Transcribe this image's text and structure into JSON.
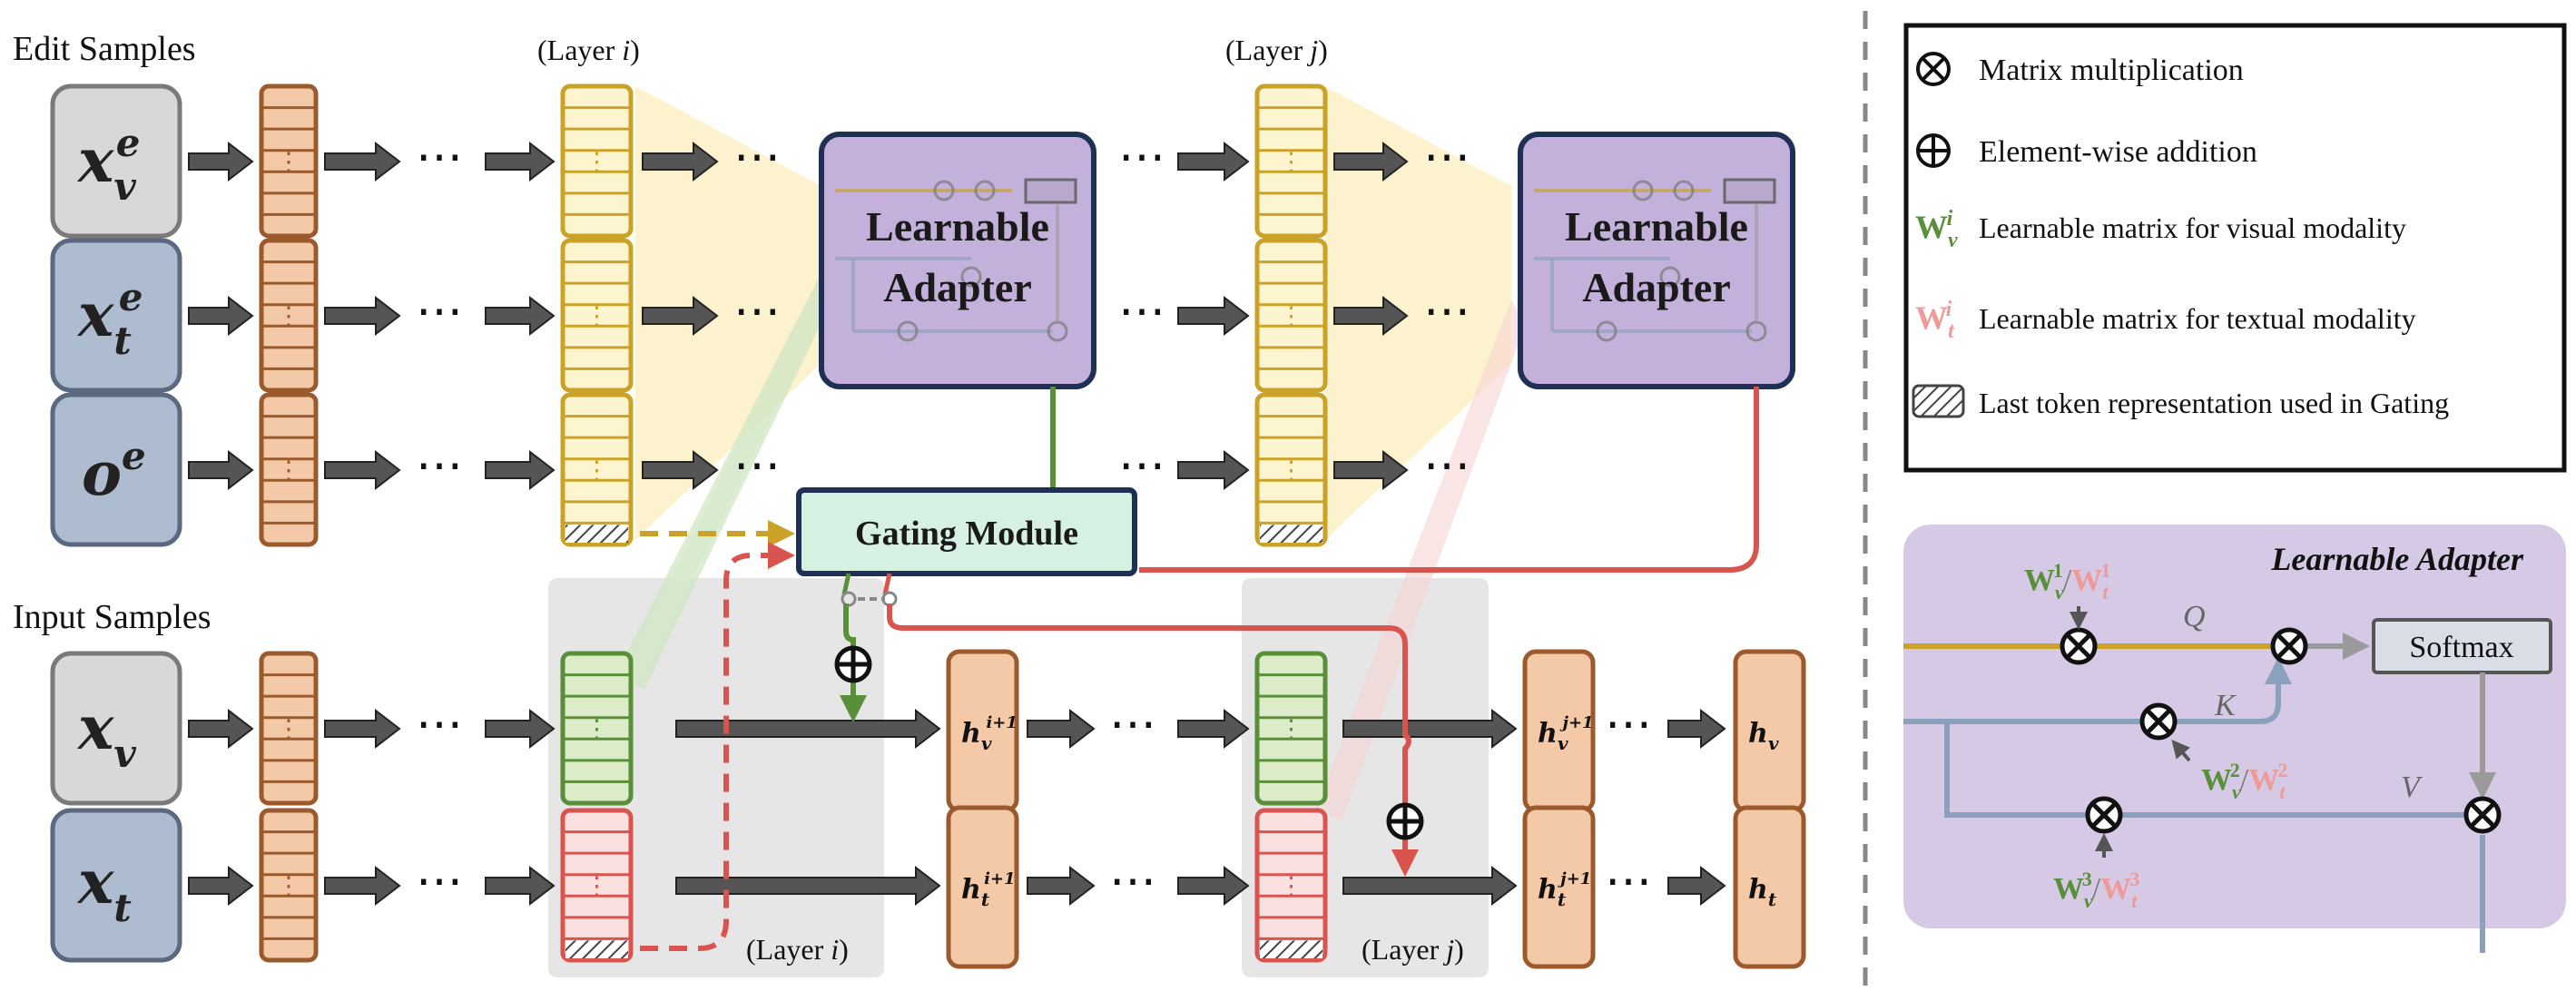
{
  "labels": {
    "edit_samples": "Edit Samples",
    "input_samples": "Input Samples",
    "layer_i_top": "(Layer i)",
    "layer_j_top": "(Layer j)",
    "layer_i_bottom": "(Layer i)",
    "layer_j_bottom": "(Layer j)",
    "ellipsis": "⋯"
  },
  "inputs": {
    "edit": [
      {
        "base": "x",
        "sub": "v",
        "sup": "e"
      },
      {
        "base": "x",
        "sub": "t",
        "sup": "e"
      },
      {
        "base": "o",
        "sub": "",
        "sup": "e"
      }
    ],
    "input": [
      {
        "base": "x",
        "sub": "v",
        "sup": ""
      },
      {
        "base": "x",
        "sub": "t",
        "sup": ""
      }
    ]
  },
  "adapters": {
    "line1": "Learnable",
    "line2": "Adapter"
  },
  "gating_module": "Gating Module",
  "hidden_states": {
    "hv_i1": {
      "base": "h",
      "sub": "v",
      "sup": "i+1"
    },
    "ht_i1": {
      "base": "h",
      "sub": "t",
      "sup": "i+1"
    },
    "hv_j1": {
      "base": "h",
      "sub": "v",
      "sup": "j+1"
    },
    "ht_j1": {
      "base": "h",
      "sub": "t",
      "sup": "j+1"
    },
    "hv": {
      "base": "h",
      "sub": "v",
      "sup": ""
    },
    "ht": {
      "base": "h",
      "sub": "t",
      "sup": ""
    }
  },
  "legend": {
    "items": [
      {
        "symbol": "⊗",
        "text": "Matrix multiplication"
      },
      {
        "symbol": "⊕",
        "text": "Element-wise addition"
      },
      {
        "symbol": "W",
        "sub": "v",
        "sup": "i",
        "text": "Learnable matrix for visual modality"
      },
      {
        "symbol": "W",
        "sub": "t",
        "sup": "i",
        "text": "Learnable matrix for textual modality"
      },
      {
        "symbol": "hatch",
        "text": "Last token representation used in Gating"
      }
    ]
  },
  "adapter_detail": {
    "title": "Learnable Adapter",
    "w1": {
      "v": "1",
      "t": "1"
    },
    "w2": {
      "v": "2",
      "t": "2"
    },
    "w3": {
      "v": "3",
      "t": "3"
    },
    "q": "Q",
    "k": "K",
    "v": "V",
    "softmax": "Softmax"
  },
  "colors": {
    "gold": "#c9a227",
    "red": "#d9534f",
    "green": "#5a8f3a",
    "blue_gray": "#8ba0bb",
    "purple": "#c3b1db",
    "orange_fill": "#f4c9a8",
    "orange_stroke": "#9a5a2c",
    "teal_fill": "#d6f0e2",
    "navy": "#1f2f55"
  }
}
